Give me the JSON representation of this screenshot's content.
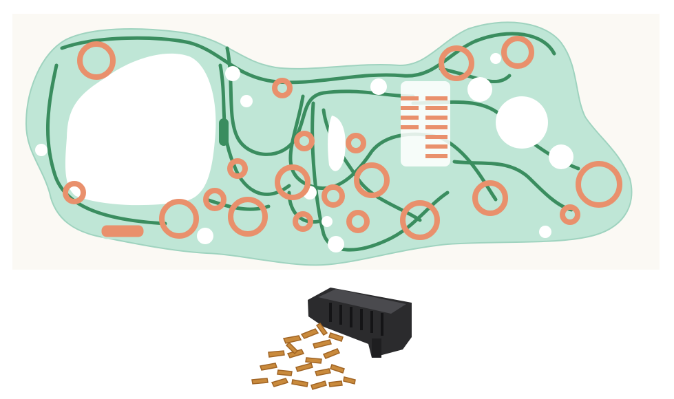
{
  "scene": {
    "subject": "printed-circuit-board",
    "colors": {
      "background": "#fbf9f4",
      "board": "#bfe6d6",
      "board_edge": "#9fd3bf",
      "trace": "#3a8d5f",
      "pad": "#e9906c",
      "pad_dark": "#d2774f",
      "hole": "#ffffff",
      "connector": "#2b2b2d",
      "connector_light": "#4a4a4e",
      "terminal": "#c98a3c",
      "terminal_dark": "#a06424"
    }
  },
  "items": {
    "circuit_board": "circuit-board",
    "connector": "connector-housing",
    "terminals": "terminal-pins"
  }
}
